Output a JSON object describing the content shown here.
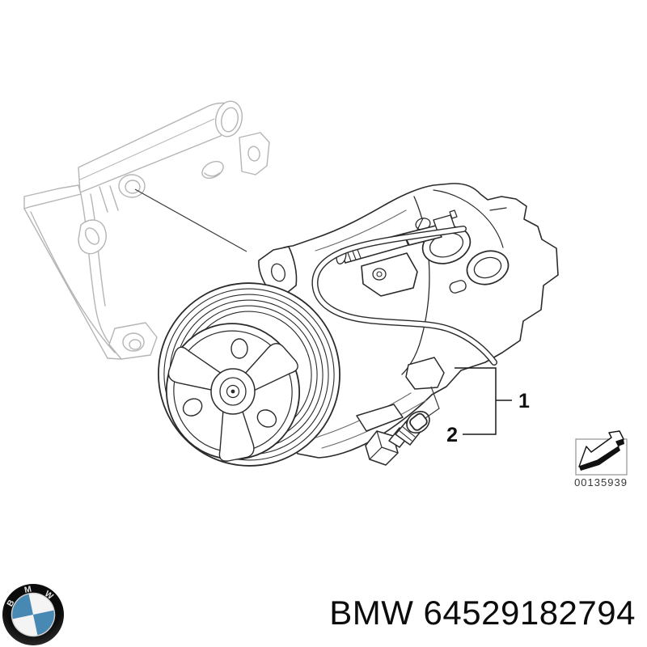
{
  "diagram": {
    "callouts": [
      {
        "label": "1"
      },
      {
        "label": "2"
      }
    ],
    "ref_thumbnail": {
      "icon": "direction-arrow-icon",
      "code": "00135939"
    }
  },
  "footer": {
    "logo": {
      "letters": [
        "B",
        "M",
        "W"
      ],
      "blue": "#4889b4"
    },
    "part_number": "BMW 64529182794"
  },
  "colors": {
    "background": "#ffffff",
    "drawing_line": "#2b2b2b",
    "bracket_line": "#b5b5b5",
    "bmw_blue": "#4889b4"
  }
}
